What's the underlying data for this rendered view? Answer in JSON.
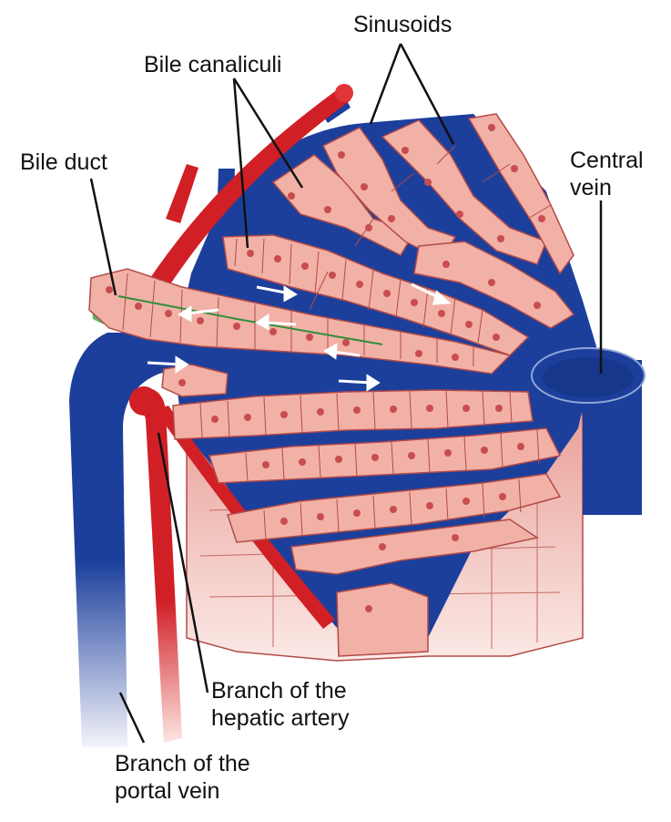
{
  "labels": {
    "sinusoids": "Sinusoids",
    "bile_canaliculi": "Bile canaliculi",
    "bile_duct": "Bile duct",
    "central_vein_line1": "Central",
    "central_vein_line2": "vein",
    "hepatic_artery_line1": "Branch of the",
    "hepatic_artery_line2": "hepatic artery",
    "portal_vein_line1": "Branch of the",
    "portal_vein_line2": "portal vein"
  },
  "colors": {
    "vein_blue": "#1c3f9c",
    "artery_red": "#d11f26",
    "hepatocyte_pink": "#f2b1a6",
    "hepatocyte_outline": "#b24a48",
    "nucleus": "#c84d4f",
    "bile_green": "#58b75c",
    "flow_arrow": "#ffffff"
  },
  "icons": {
    "flow_arrows": "white-arrow-icon",
    "leader_lines": "leader-line"
  }
}
